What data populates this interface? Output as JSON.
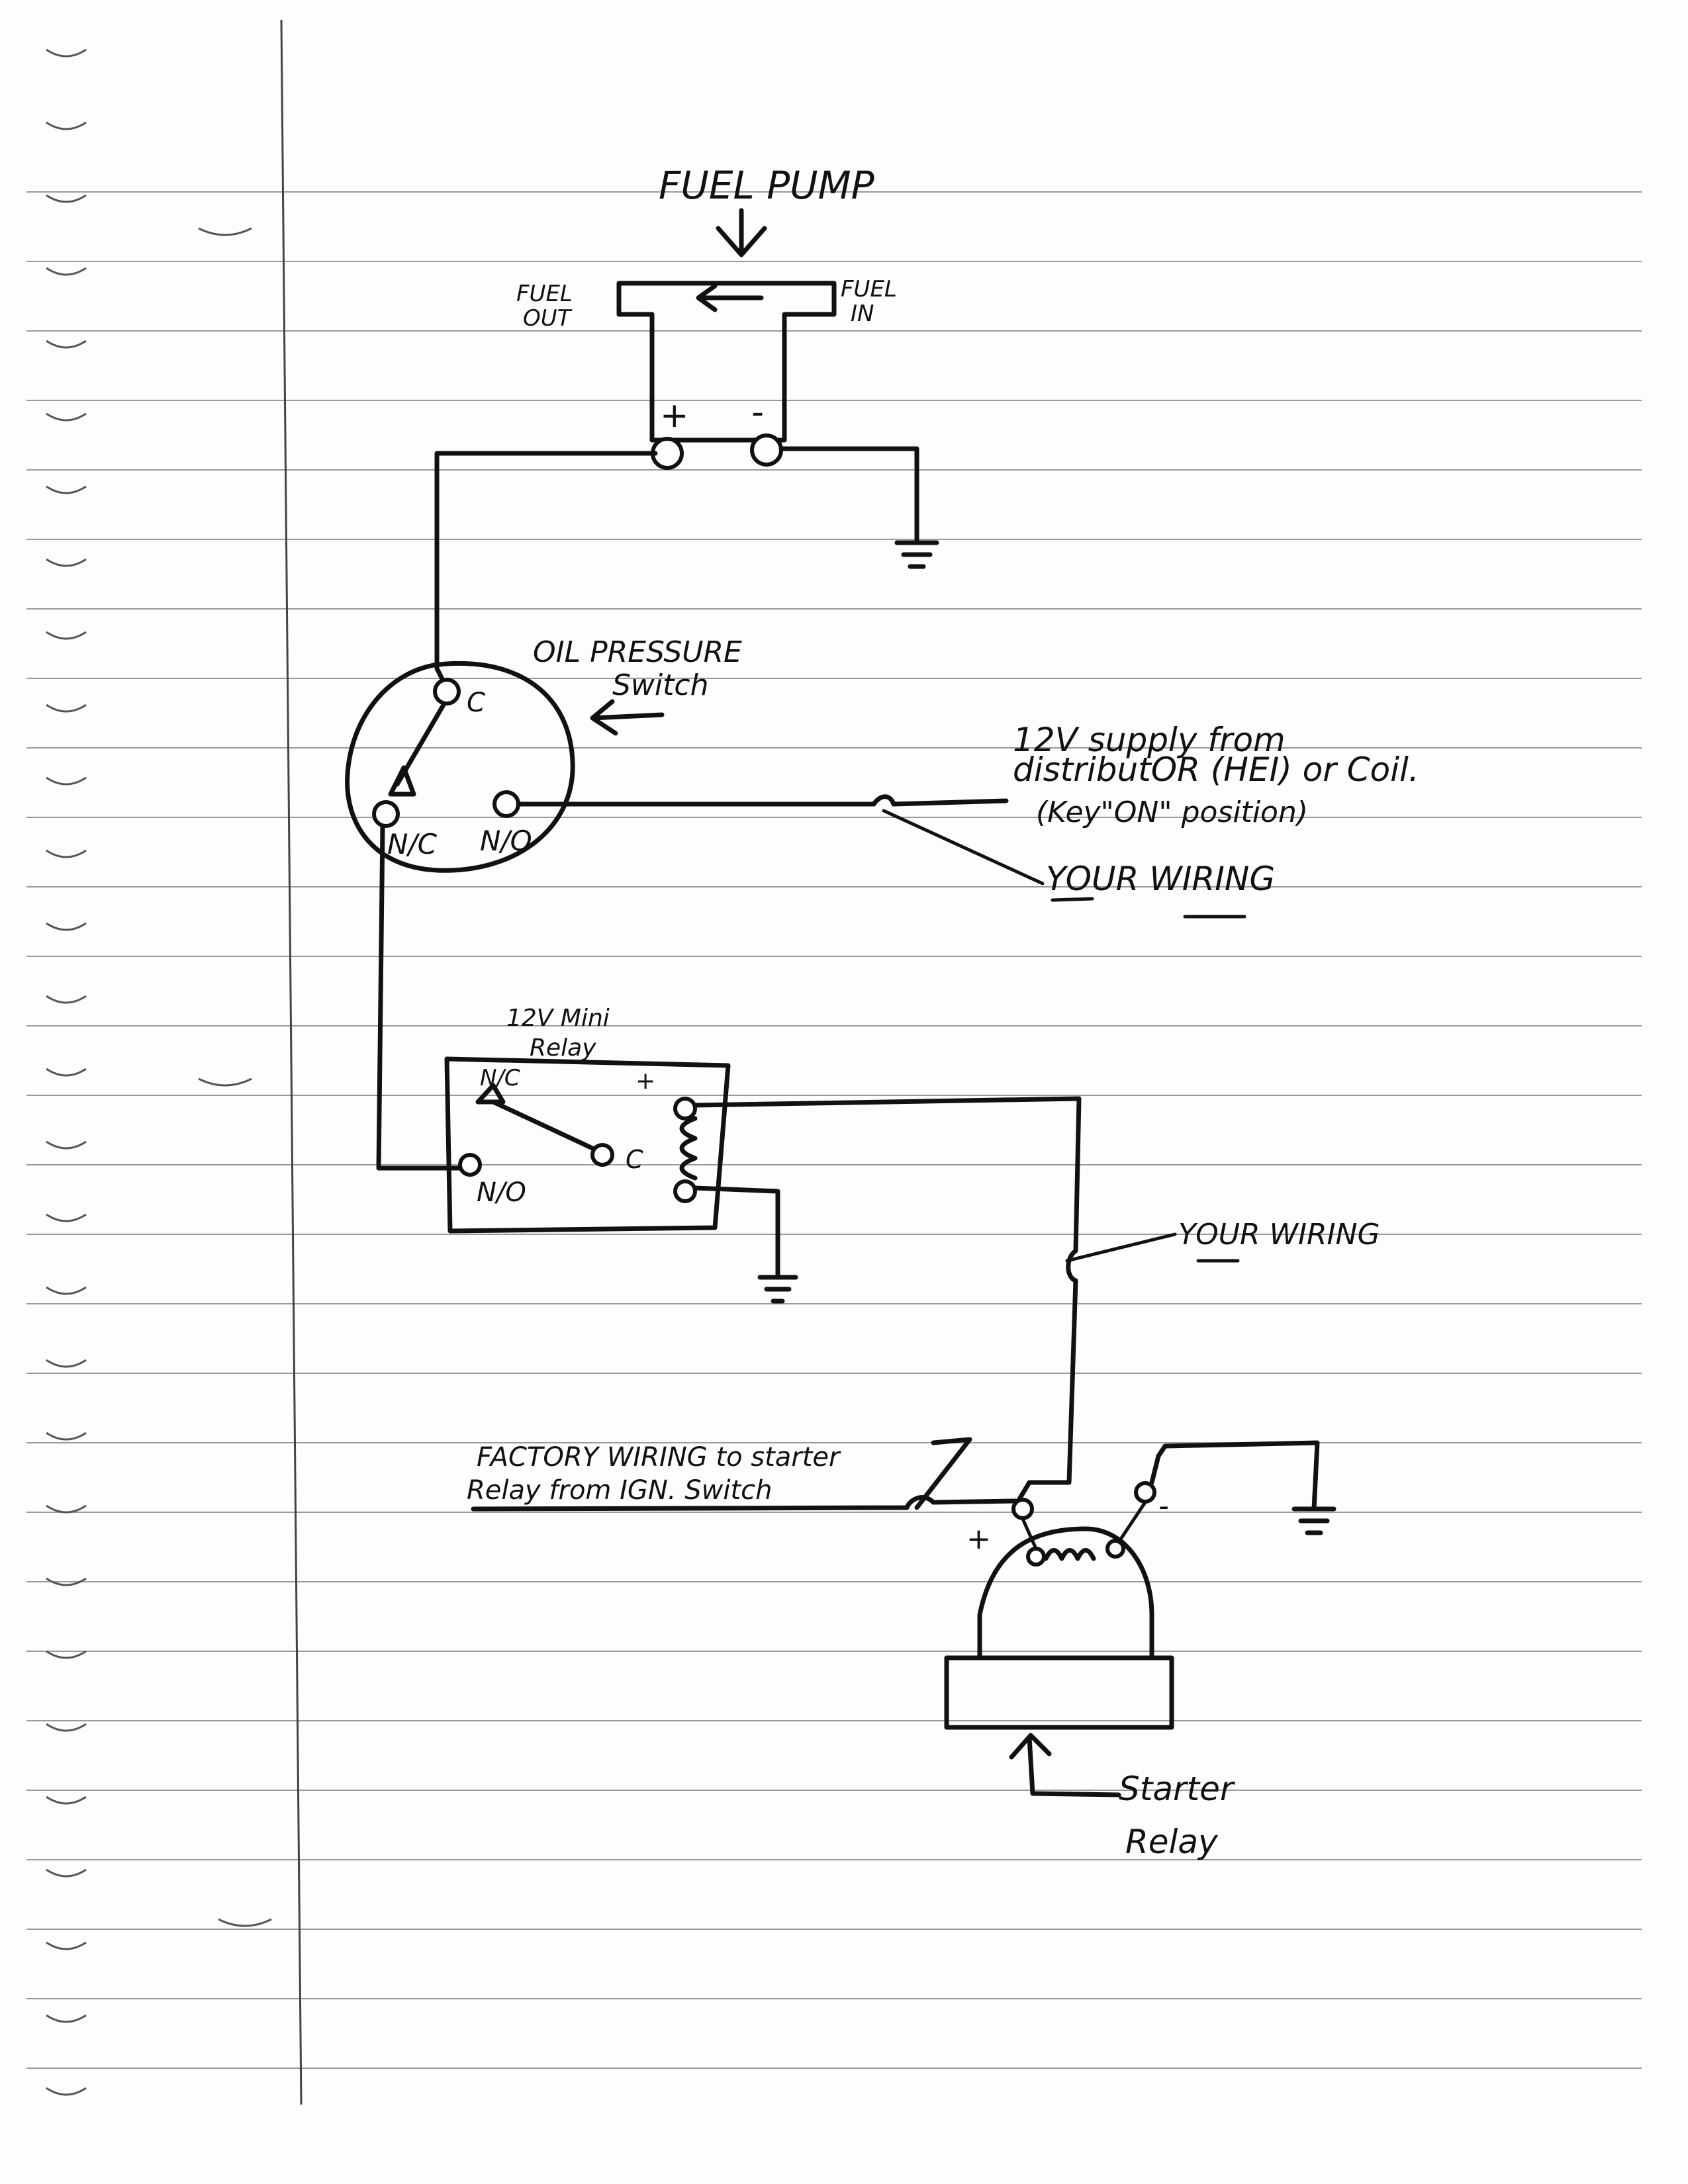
{
  "labels": {
    "fuel_pump": "FUEL PUMP",
    "fuel_out_1": "FUEL",
    "fuel_out_2": "OUT",
    "fuel_in_1": "FUEL",
    "fuel_in_2": "IN",
    "pump_plus": "+",
    "pump_minus": "-",
    "oil_switch_1": "OIL PRESSURE",
    "oil_switch_2": "Switch",
    "oil_c": "C",
    "oil_nc": "N/C",
    "oil_no": "N/O",
    "supply_1": "12V supply from",
    "supply_2": "distributOR (HEI) or Coil.",
    "supply_3": "(Key\"ON\" position)",
    "your_wiring_1": "YOUR WIRING",
    "relay_title_1": "12V Mini",
    "relay_title_2": "Relay",
    "relay_nc": "N/C",
    "relay_no": "N/O",
    "relay_c": "C",
    "relay_plus": "+",
    "your_wiring_2": "YOUR WIRING",
    "factory_1": "FACTORY WIRING to starter",
    "factory_2": "Relay from IGN. Switch",
    "starter_plus": "+",
    "starter_minus": "-",
    "starter_relay_1": "Starter",
    "starter_relay_2": "Relay"
  }
}
